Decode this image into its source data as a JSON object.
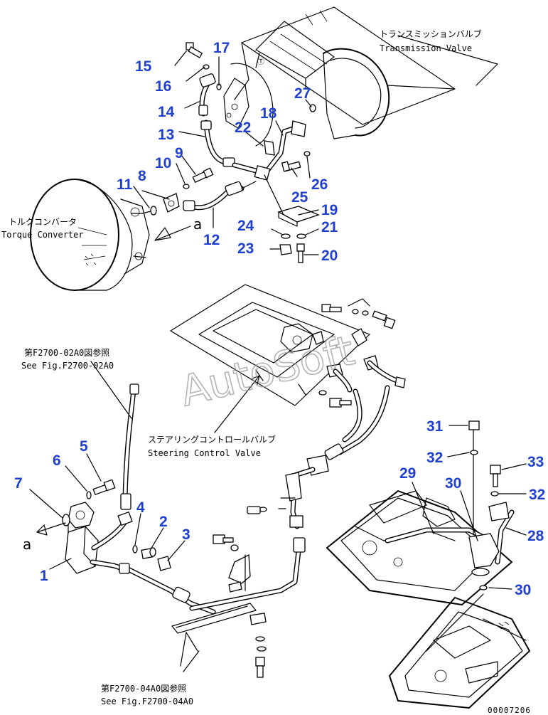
{
  "callouts": [
    {
      "id": "c1",
      "text": "1"
    },
    {
      "id": "c2",
      "text": "2"
    },
    {
      "id": "c3",
      "text": "3"
    },
    {
      "id": "c4",
      "text": "4"
    },
    {
      "id": "c5",
      "text": "5"
    },
    {
      "id": "c6",
      "text": "6"
    },
    {
      "id": "c7",
      "text": "7"
    },
    {
      "id": "c8",
      "text": "8"
    },
    {
      "id": "c9",
      "text": "9"
    },
    {
      "id": "c10",
      "text": "10"
    },
    {
      "id": "c11",
      "text": "11"
    },
    {
      "id": "c12",
      "text": "12"
    },
    {
      "id": "c13",
      "text": "13"
    },
    {
      "id": "c14",
      "text": "14"
    },
    {
      "id": "c15",
      "text": "15"
    },
    {
      "id": "c16",
      "text": "16"
    },
    {
      "id": "c17",
      "text": "17"
    },
    {
      "id": "c18",
      "text": "18"
    },
    {
      "id": "c19",
      "text": "19"
    },
    {
      "id": "c20",
      "text": "20"
    },
    {
      "id": "c21",
      "text": "21"
    },
    {
      "id": "c22",
      "text": "22"
    },
    {
      "id": "c23",
      "text": "23"
    },
    {
      "id": "c24",
      "text": "24"
    },
    {
      "id": "c25",
      "text": "25"
    },
    {
      "id": "c26",
      "text": "26"
    },
    {
      "id": "c27",
      "text": "27"
    },
    {
      "id": "c28",
      "text": "28"
    },
    {
      "id": "c29",
      "text": "29"
    },
    {
      "id": "c30a",
      "text": "30"
    },
    {
      "id": "c30b",
      "text": "30"
    },
    {
      "id": "c31",
      "text": "31"
    },
    {
      "id": "c32a",
      "text": "32"
    },
    {
      "id": "c32b",
      "text": "32"
    },
    {
      "id": "c33",
      "text": "33"
    }
  ],
  "labels": {
    "transmission_valve_jp": "トランスミッションバルブ",
    "transmission_valve_en": "Transmission Valve",
    "torque_converter_jp": "トルクコンバータ",
    "torque_converter_en": "Torque Converter",
    "steering_control_valve_jp": "ステアリングコントロールバルブ",
    "steering_control_valve_en": "Steering Control Valve",
    "ref_02a0_jp": "第F2700-02A0図参照",
    "ref_02a0_en": "See Fig.F2700-02A0",
    "ref_04a0_jp": "第F2700-04A0図参照",
    "ref_04a0_en": "See Fig.F2700-04A0",
    "marker_a_top": "a",
    "marker_a_left": "a"
  },
  "watermark": "AutoSoft",
  "drawing_code": "00007206",
  "colors": {
    "callout": "#1f3fd1",
    "line": "#000000",
    "watermark": "#9a9a9a",
    "background": "#ffffff"
  }
}
